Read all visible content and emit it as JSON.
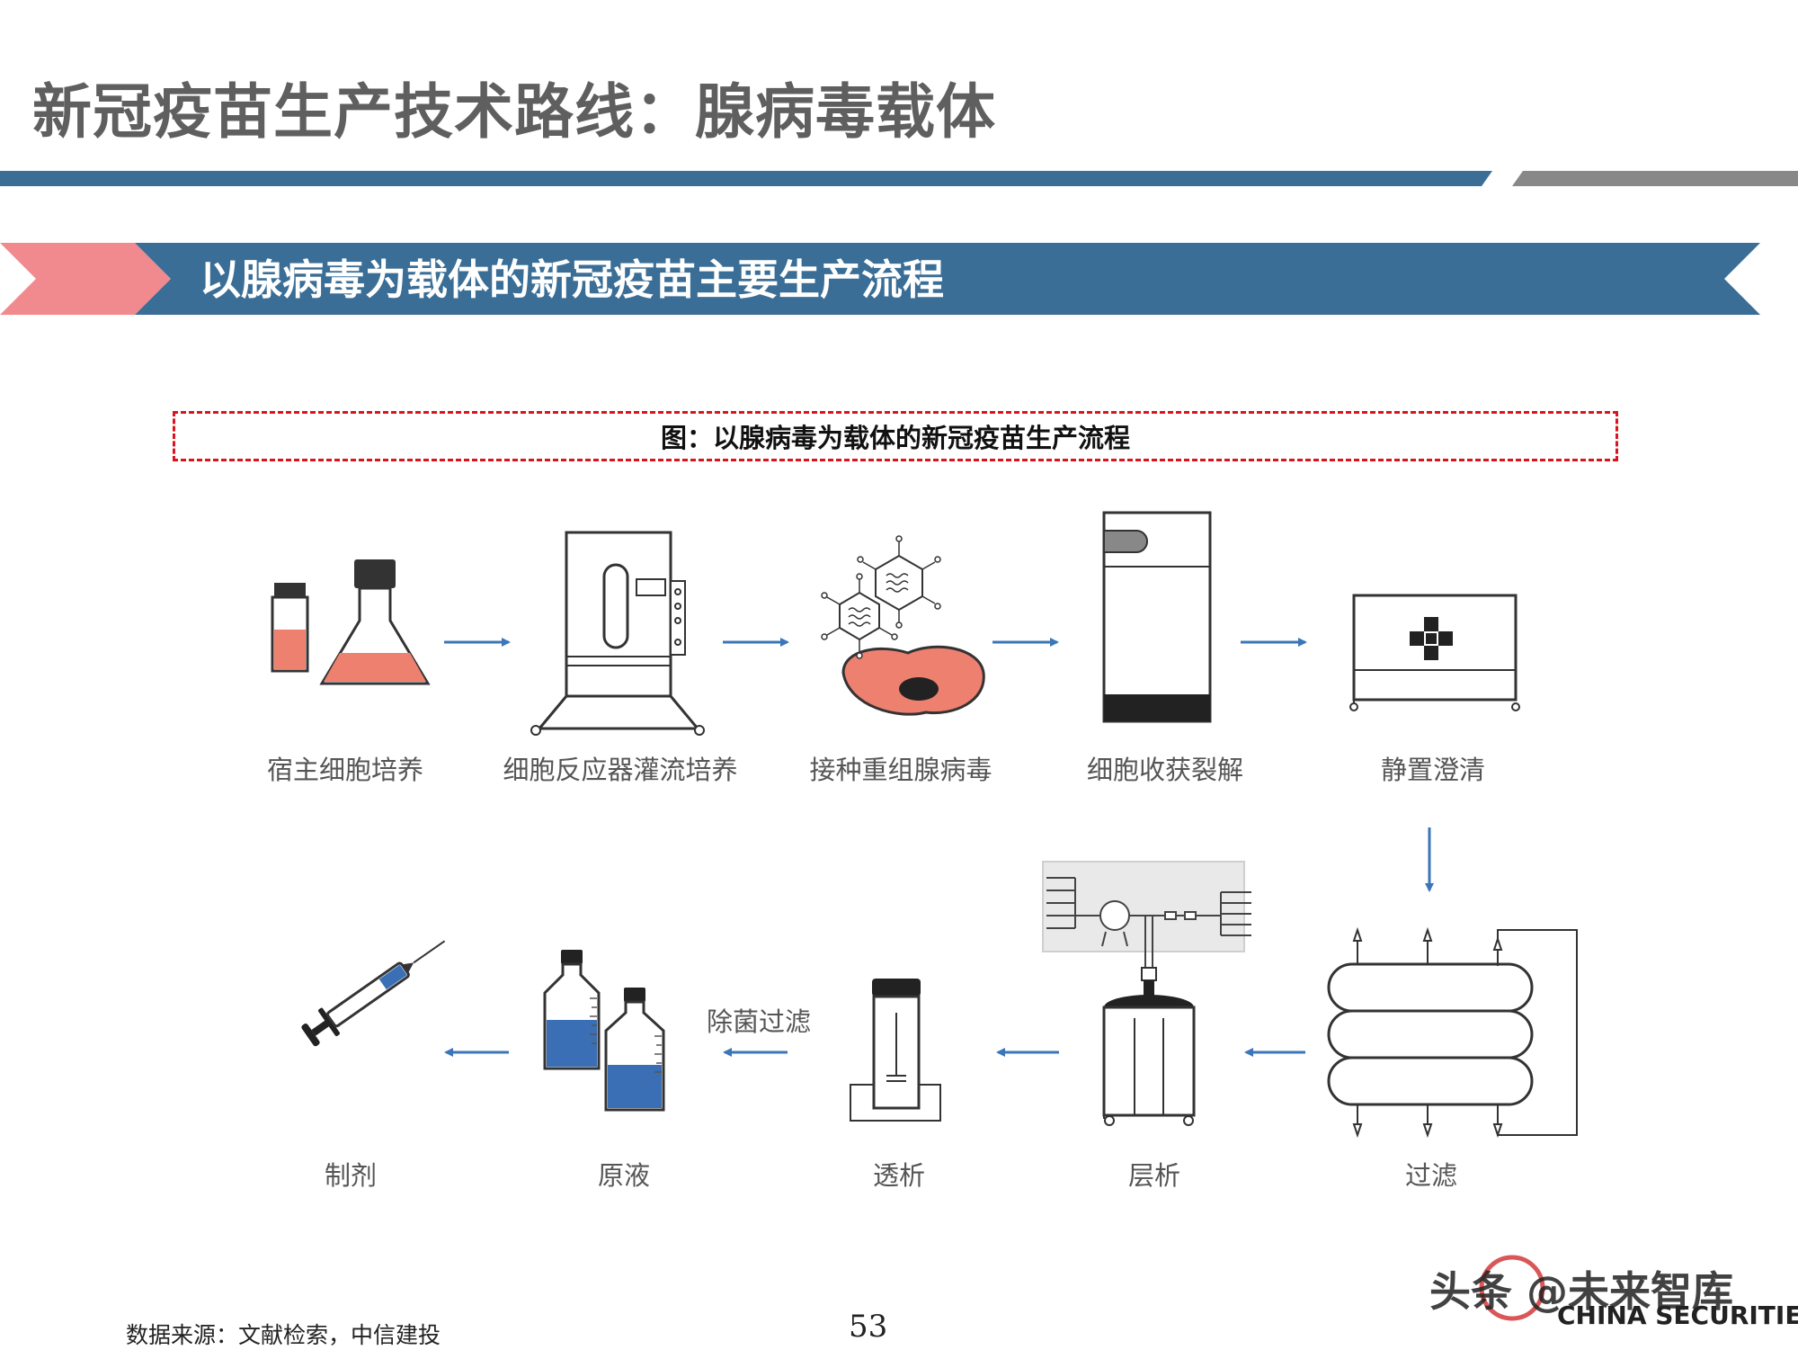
{
  "header": {
    "title": "新冠疫苗生产技术路线：腺病毒载体",
    "subtitle": "以腺病毒为载体的新冠疫苗主要生产流程"
  },
  "figure": {
    "caption": "图：以腺病毒为载体的新冠疫苗生产流程",
    "top_steps": [
      {
        "label": "宿主细胞培养",
        "icon": "cell-culture-flask-icon"
      },
      {
        "label": "细胞反应器灌流培养",
        "icon": "bioreactor-icon"
      },
      {
        "label": "接种重组腺病毒",
        "icon": "virus-infection-icon"
      },
      {
        "label": "细胞收获裂解",
        "icon": "harvest-lysis-icon"
      },
      {
        "label": "静置澄清",
        "icon": "clarification-tank-icon"
      }
    ],
    "bottom_steps": [
      {
        "label": "过滤",
        "icon": "filter-stack-icon"
      },
      {
        "label": "层析",
        "icon": "chromatography-column-icon"
      },
      {
        "label": "透析",
        "icon": "dialysis-tube-icon"
      },
      {
        "label": "原液",
        "icon": "bulk-solution-bottles-icon"
      },
      {
        "label": "制剂",
        "icon": "syringe-icon"
      }
    ],
    "sterile_filtration_label": "除菌过滤"
  },
  "footer": {
    "source": "数据来源：文献检索，中信建投",
    "page_number": "53",
    "watermark": "头条 @未来智库",
    "brand_en": "CHINA SECURITIES"
  },
  "colors": {
    "title_gray": "#5f5f5f",
    "band_blue": "#3a6e96",
    "accent_pink": "#f08a8f",
    "arrow_blue": "#3a76b8",
    "liquid_salmon": "#ee8070",
    "liquid_blue": "#3a6fb5",
    "dashed_red": "#d9141e"
  }
}
